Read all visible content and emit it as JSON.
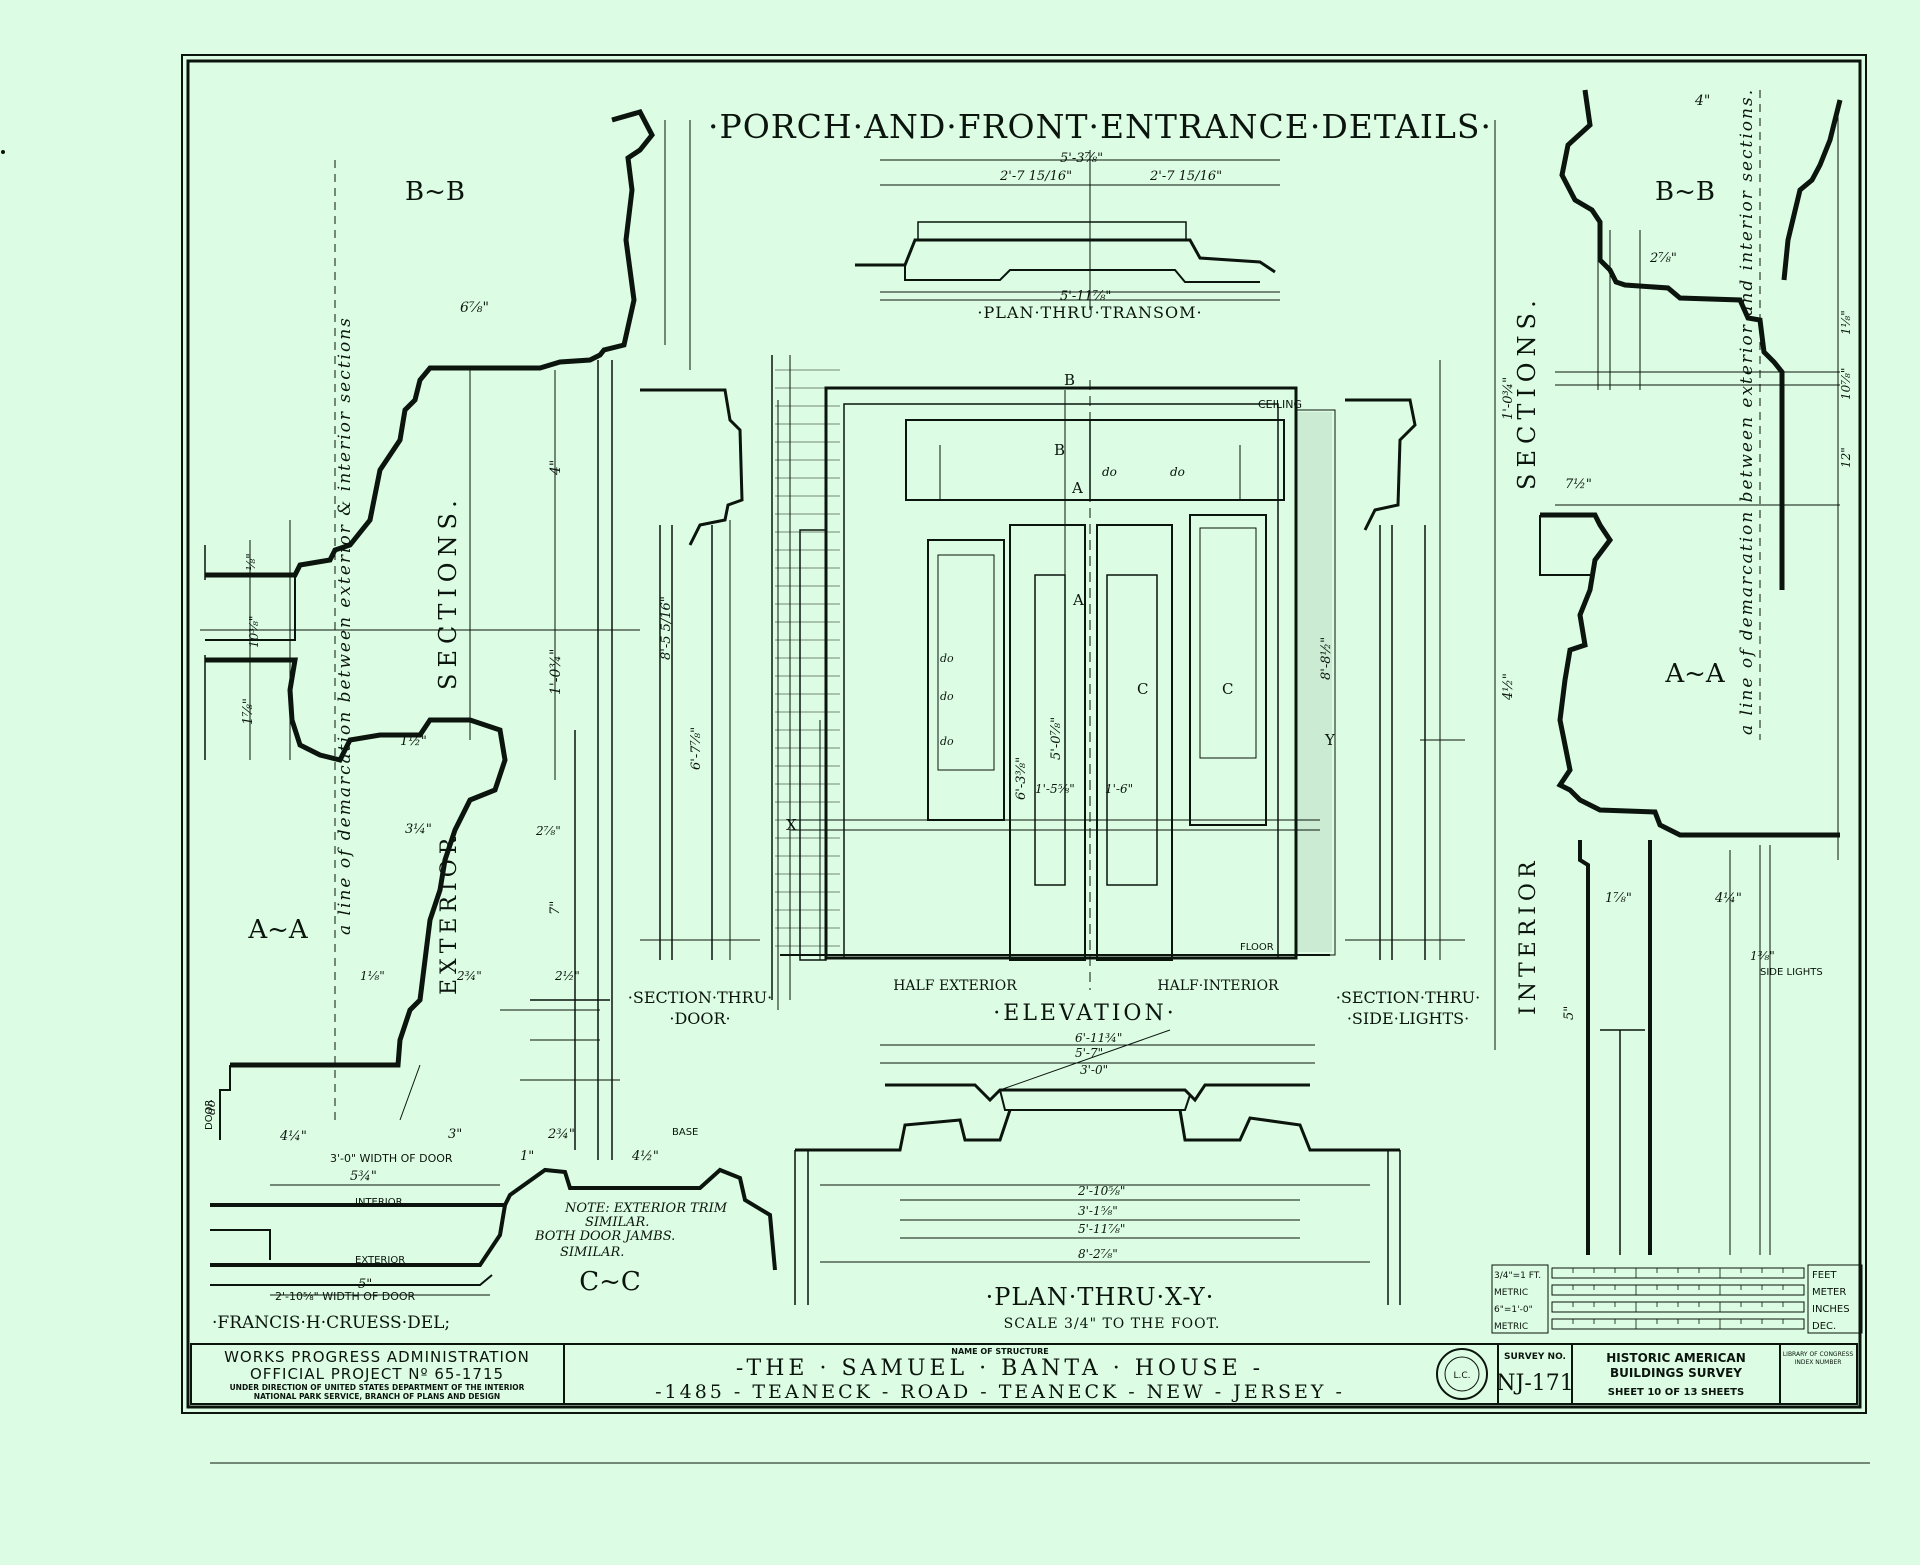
{
  "drawing": {
    "title": "·PORCH·AND·FRONT·ENTRANCE·DETAILS·",
    "labels": {
      "bb_left": "B~B",
      "bb_right": "B~B",
      "aa_left": "A~A",
      "aa_right": "A~A",
      "cc": "C~C",
      "sections_left": "SECTIONS.",
      "sections_right": "SECTIONS.",
      "exterior": "EXTERIOR",
      "interior_vert": "INTERIOR",
      "demarcation_left": "a line of demarcation between exterior & interior sections",
      "demarcation_right": "a line of demarcation between exterior and interior sections.",
      "plan_transom": "·PLAN·THRU·TRANSOM·",
      "section_door": "·SECTION·THRU·\n·DOOR·",
      "half_exterior": "HALF EXTERIOR",
      "half_interior": "HALF·INTERIOR",
      "elevation": "·ELEVATION·",
      "section_sidelights": "·SECTION·THRU·\n·SIDE·LIGHTS·",
      "plan_xy": "·PLAN·THRU·X-Y·",
      "scale_note": "SCALE 3/4\" TO THE FOOT.",
      "ceiling": "CEILING",
      "floor": "FLOOR",
      "base": "BASE",
      "door_vert": "DOOR",
      "side_lights": "SIDE LIGHTS",
      "width_door": "3'-0\" WIDTH OF DOOR",
      "width_door2": "2'-10⅝\" WIDTH OF DOOR",
      "interior": "INTERIOR",
      "exterior_small": "EXTERIOR",
      "note": "NOTE: EXTERIOR TRIM\nSIMILAR.\nBOTH DOOR JAMBS.\nSIMILAR.",
      "delineator": "·FRANCIS·H·CRUESS·DEL;"
    },
    "dimensions": {
      "d1": "6⅞\"",
      "d2": "4\"",
      "d3": "1⅛\"",
      "d4": "10⅜\"",
      "d5": "1⅞\"",
      "d6": "1'-0¾\"",
      "d7": "1½\"",
      "d8": "3¼\"",
      "d9": "2⅞\"",
      "d10": "7\"",
      "d11": "1⅛\"",
      "d12": "2¾\"",
      "d13": "2½\"",
      "d14": "4¼\"",
      "d15": "3\"",
      "d16": "2¾\"",
      "d17": "1\"",
      "d18": "4½\"",
      "d19": "5¾\"",
      "d20": "5\"",
      "d21": "5'-3⅞\"",
      "d22": "2'-7 15/16\"",
      "d23": "2'-7 15/16\"",
      "d24": "5'-11⅞\"",
      "d25": "8'-5 5/16\"",
      "d26": "6'-7⅞\"",
      "d27": "6'-3⅜\"",
      "d28": "5'-0⅞\"",
      "d29": "8'-8½\"",
      "d30": "1'-5⅝\"",
      "d31": "1'-6\"",
      "d32": "6'-11¾\"",
      "d33": "5'-7\"",
      "d34": "3'-0\"",
      "d35": "2'-10⅝\"",
      "d36": "3'-1⅝\"",
      "d37": "5'-11⅞\"",
      "d38": "8'-2⅞\"",
      "d39": "4\"",
      "d40": "2⅞\"",
      "d41": "7½\"",
      "d42": "4½\"",
      "d43": "1'-0¾\"",
      "d44": "4¼\"",
      "d45": "1⅞\"",
      "d46": "1⅜\"",
      "d47": "5\"",
      "d48": "10⅞\"",
      "d49": "1⅛\"",
      "d50": "12\""
    },
    "markers": {
      "b": "B",
      "a": "A",
      "c": "C",
      "x": "X",
      "y": "Y",
      "do": "do"
    }
  },
  "scale_bar": {
    "rows": [
      "3/4\"=1 FT.",
      "METRIC",
      "6\"=1'-0\"",
      "METRIC"
    ],
    "units": [
      "FEET",
      "METER",
      "INCHES",
      "DEC."
    ]
  },
  "title_block": {
    "agency_line1": "WORKS PROGRESS ADMINISTRATION",
    "agency_line2": "OFFICIAL PROJECT Nº 65-1715",
    "agency_line3": "UNDER DIRECTION OF UNITED STATES DEPARTMENT OF THE INTERIOR",
    "agency_line4": "NATIONAL PARK SERVICE, BRANCH OF PLANS AND DESIGN",
    "name_label": "NAME OF STRUCTURE",
    "structure_name": "-THE · SAMUEL · BANTA · HOUSE -",
    "address": "-1485 - TEANECK - ROAD - TEANECK - NEW - JERSEY -",
    "seal_text": "L.C.",
    "survey_label": "SURVEY NO.",
    "survey_no": "NJ-171",
    "habs_line1": "HISTORIC AMERICAN",
    "habs_line2": "BUILDINGS SURVEY",
    "sheet_info": "SHEET 10 OF 13 SHEETS",
    "loc_line1": "LIBRARY OF CONGRESS",
    "loc_line2": "INDEX NUMBER"
  },
  "colors": {
    "paper": "#dcfde4",
    "ink": "#0b140d"
  }
}
